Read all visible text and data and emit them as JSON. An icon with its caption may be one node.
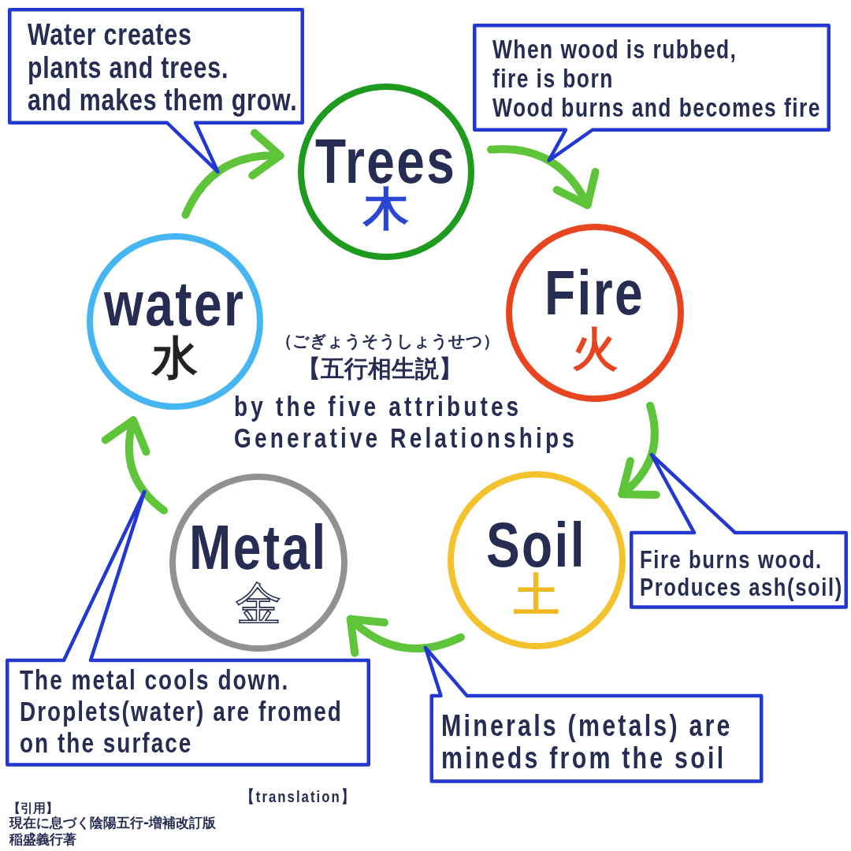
{
  "diagram": {
    "nodes": [
      {
        "text": [
          "Water creates plants and trees. and makes them grow."
        ]
      },
      {
        "text": [
          "When wood is rubbed, fire is born Wood burns and becomes fire"
        ]
      },
      {
        "text": [
          "Trees",
          "木"
        ]
      },
      {
        "text": [
          "water",
          "水"
        ]
      },
      {
        "text": [
          "Fire",
          "火"
        ]
      },
      {
        "text": [
          "Soil",
          "土"
        ]
      },
      {
        "text": [
          "Fire burns wood. Produces ash(soil)"
        ]
      },
      {
        "text": [
          "Metal",
          "金"
        ]
      },
      {
        "text": [
          "The metal cools down. Droplets(water) are fromed on the surface"
        ]
      },
      {
        "text": [
          "Minerals (metals) are mineds from the soil"
        ]
      }
    ],
    "edges": [
      {
        "from": 3,
        "to": 2,
        "arrow": "to"
      },
      {
        "from": 2,
        "to": 4,
        "arrow": "to"
      },
      {
        "from": 4,
        "to": 5,
        "arrow": "to"
      },
      {
        "from": 5,
        "to": 7,
        "arrow": "to"
      },
      {
        "from": 7,
        "to": 3,
        "arrow": "to"
      }
    ],
    "labels": [
      "（ごぎょうそうしょうせつ）",
      "【五行相生説】",
      "by the five attributes Generative Relationships",
      "【引用】",
      "現在に息づく陰陽五行-増補改訂版",
      "稲盛義行著",
      "【translation】"
    ]
  }
}
